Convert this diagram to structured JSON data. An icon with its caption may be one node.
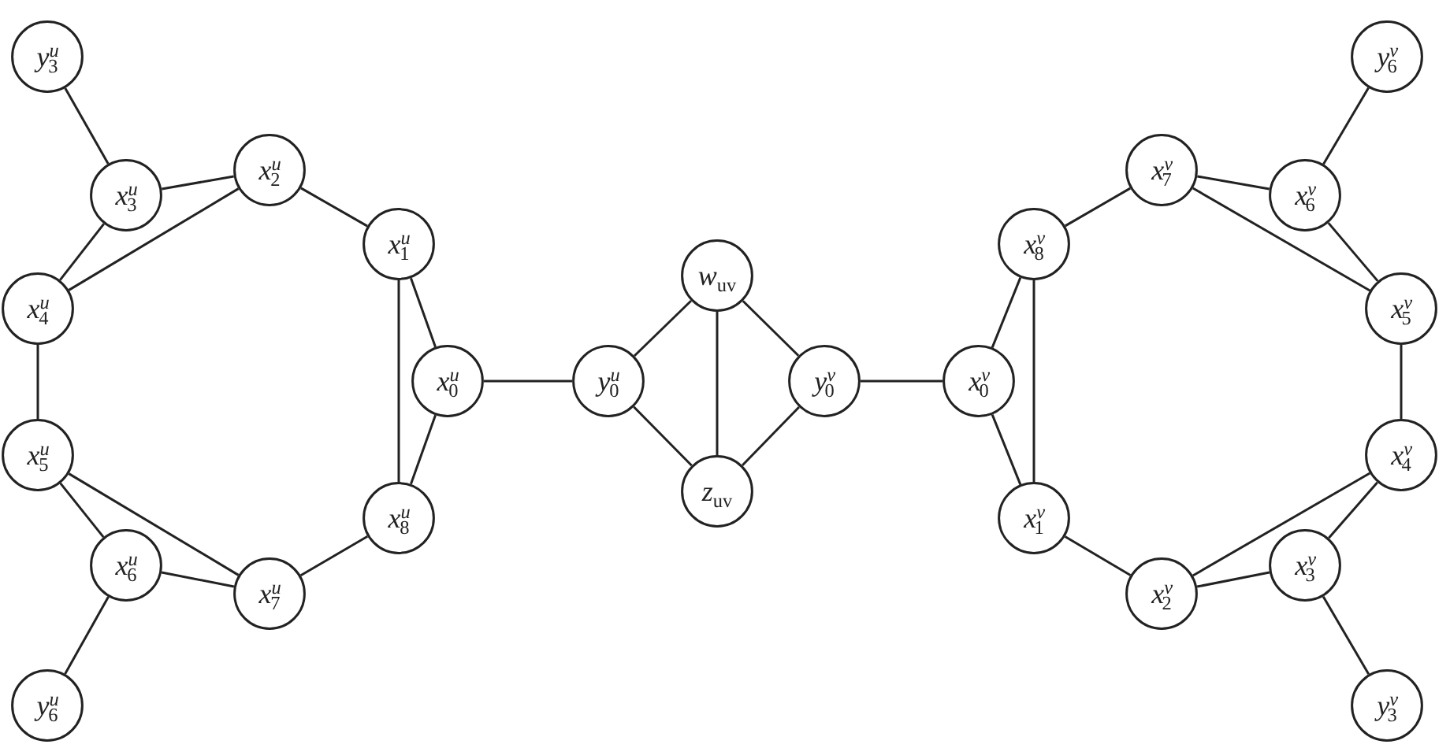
{
  "diagram": {
    "nodes": [
      {
        "text": [
          "y$^{u}$$_{3}$"
        ]
      },
      {
        "text": [
          "y$^{v}$$_{6}$"
        ]
      },
      {
        "text": [
          "x$^{u}$$_{2}$"
        ]
      },
      {
        "text": [
          "x$^{v}$$_{7}$"
        ]
      },
      {
        "text": [
          "x$^{u}$$_{3}$"
        ]
      },
      {
        "text": [
          "x$^{v}$$_{6}$"
        ]
      },
      {
        "text": [
          "x$^{u}$$_{1}$"
        ]
      },
      {
        "text": [
          "x$^{v}$$_{8}$"
        ]
      },
      {
        "text": [
          "w$_{uv}$"
        ]
      },
      {
        "text": [
          "x$^{u}$$_{4}$"
        ]
      },
      {
        "text": [
          "x$^{v}$$_{5}$"
        ]
      },
      {
        "text": [
          "x$^{u}$$_{0}$"
        ]
      },
      {
        "text": [
          "y$^{u}$$_{0}$"
        ]
      },
      {
        "text": [
          "y$^{v}$$_{0}$"
        ]
      },
      {
        "text": [
          "x$^{v}$$_{0}$"
        ]
      },
      {
        "text": [
          "x$^{u}$$_{5}$"
        ]
      },
      {
        "text": [
          "x$^{v}$$_{4}$"
        ]
      },
      {
        "text": [
          "z$_{uv}$"
        ]
      },
      {
        "text": [
          "x$^{u}$$_{8}$"
        ]
      },
      {
        "text": [
          "x$^{v}$$_{1}$"
        ]
      },
      {
        "text": [
          "x$^{u}$$_{6}$"
        ]
      },
      {
        "text": [
          "x$^{v}$$_{3}$"
        ]
      },
      {
        "text": [
          "x$^{u}$$_{7}$"
        ]
      },
      {
        "text": [
          "x$^{v}$$_{2}$"
        ]
      },
      {
        "text": [
          "y$^{u}$$_{6}$"
        ]
      },
      {
        "text": [
          "y$^{v}$$_{3}$"
        ]
      }
    ],
    "edges": [
      {
        "from": 0,
        "to": 4,
        "arrow": "none"
      },
      {
        "from": 4,
        "to": 2,
        "arrow": "none"
      },
      {
        "from": 4,
        "to": 9,
        "arrow": "none"
      },
      {
        "from": 2,
        "to": 9,
        "arrow": "none"
      },
      {
        "from": 2,
        "to": 6,
        "arrow": "none"
      },
      {
        "from": 6,
        "to": 11,
        "arrow": "none"
      },
      {
        "from": 6,
        "to": 18,
        "arrow": "none"
      },
      {
        "from": 9,
        "to": 15,
        "arrow": "none"
      },
      {
        "from": 15,
        "to": 20,
        "arrow": "none"
      },
      {
        "from": 15,
        "to": 22,
        "arrow": "none"
      },
      {
        "from": 20,
        "to": 22,
        "arrow": "none"
      },
      {
        "from": 20,
        "to": 24,
        "arrow": "none"
      },
      {
        "from": 22,
        "to": 18,
        "arrow": "none"
      },
      {
        "from": 18,
        "to": 11,
        "arrow": "none"
      },
      {
        "from": 11,
        "to": 12,
        "arrow": "none"
      },
      {
        "from": 12,
        "to": 8,
        "arrow": "none"
      },
      {
        "from": 12,
        "to": 17,
        "arrow": "none"
      },
      {
        "from": 8,
        "to": 17,
        "arrow": "none"
      },
      {
        "from": 8,
        "to": 13,
        "arrow": "none"
      },
      {
        "from": 17,
        "to": 13,
        "arrow": "none"
      },
      {
        "from": 13,
        "to": 14,
        "arrow": "none"
      },
      {
        "from": 14,
        "to": 7,
        "arrow": "none"
      },
      {
        "from": 14,
        "to": 19,
        "arrow": "none"
      },
      {
        "from": 7,
        "to": 19,
        "arrow": "none"
      },
      {
        "from": 7,
        "to": 3,
        "arrow": "none"
      },
      {
        "from": 3,
        "to": 5,
        "arrow": "none"
      },
      {
        "from": 3,
        "to": 10,
        "arrow": "none"
      },
      {
        "from": 5,
        "to": 10,
        "arrow": "none"
      },
      {
        "from": 5,
        "to": 1,
        "arrow": "none"
      },
      {
        "from": 10,
        "to": 16,
        "arrow": "none"
      },
      {
        "from": 16,
        "to": 21,
        "arrow": "none"
      },
      {
        "from": 16,
        "to": 23,
        "arrow": "none"
      },
      {
        "from": 21,
        "to": 23,
        "arrow": "none"
      },
      {
        "from": 21,
        "to": 25,
        "arrow": "none"
      },
      {
        "from": 23,
        "to": 19,
        "arrow": "none"
      }
    ]
  }
}
